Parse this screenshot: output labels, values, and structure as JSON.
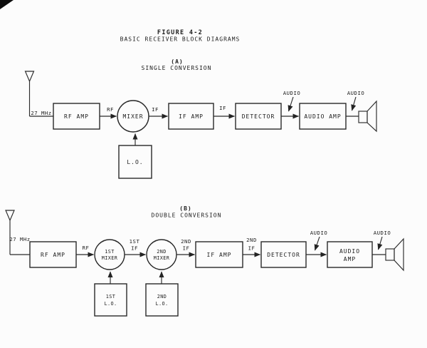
{
  "figure": {
    "title": "FIGURE 4-2",
    "subtitle": "BASIC RECEIVER BLOCK DIAGRAMS"
  },
  "diagram_a": {
    "part_label": "(A)",
    "part_name": "SINGLE CONVERSION",
    "input_freq": "27 MHz",
    "rf_amp": "RF AMP",
    "mixer": "MIXER",
    "if_amp": "IF AMP",
    "detector": "DETECTOR",
    "audio_amp": "AUDIO AMP",
    "lo": "L.O.",
    "wire_rf": "RF",
    "wire_if_1": "IF",
    "wire_if_2": "IF",
    "wire_audio_1": "AUDIO",
    "wire_audio_2": "AUDIO"
  },
  "diagram_b": {
    "part_label": "(B)",
    "part_name": "DOUBLE CONVERSION",
    "input_freq": "27 MHz",
    "rf_amp": "RF AMP",
    "mixer1": [
      "1ST",
      "MIXER"
    ],
    "mixer2": [
      "2ND",
      "MIXER"
    ],
    "if_amp": "IF AMP",
    "detector": "DETECTOR",
    "audio_amp": [
      "AUDIO",
      "AMP"
    ],
    "lo1": [
      "1ST",
      "L.O."
    ],
    "lo2": [
      "2ND",
      "L.O."
    ],
    "wire_rf": "RF",
    "wire_if1": [
      "1ST",
      "IF"
    ],
    "wire_if2_a": [
      "2ND",
      "IF"
    ],
    "wire_if2_b": [
      "2ND",
      "IF"
    ],
    "wire_audio_1": "AUDIO",
    "wire_audio_2": "AUDIO"
  }
}
